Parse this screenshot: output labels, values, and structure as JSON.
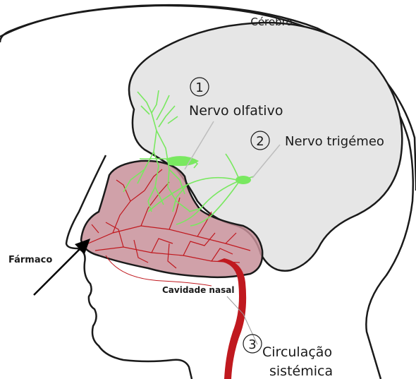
{
  "labels": {
    "brain": "Cérebro",
    "olfactory_number": "1",
    "olfactory_nerve": "Nervo olfativo",
    "trigeminal_number": "2",
    "trigeminal_nerve": "Nervo trigémeo",
    "systemic_number": "3",
    "systemic_line1": "Circulação",
    "systemic_line2": "sistémica",
    "drug": "Fármaco",
    "nasal_cavity": "Cavidade nasal"
  },
  "colors": {
    "head_outline": "#1a1a1a",
    "brain_fill": "#e6e6e6",
    "nasal_fill": "#c8909a",
    "blood_vessel": "#c0191f",
    "nerve": "#79e860"
  }
}
